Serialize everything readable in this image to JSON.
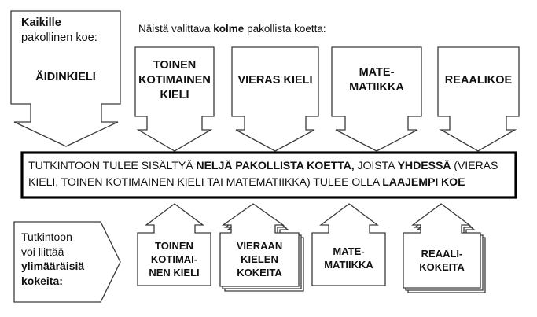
{
  "mandatory": {
    "title": "Kaikille",
    "subtitle": "pakollinen koe:",
    "exam": "ÄIDINKIELI"
  },
  "choice": {
    "text_before": "Näistä valittava ",
    "text_bold": "kolme",
    "text_after": " pakollista koetta:",
    "exams": [
      {
        "line1": "TOINEN",
        "line2": "KOTIMAINEN",
        "line3": "KIELI"
      },
      {
        "line1": "VIERAS KIELI"
      },
      {
        "line1": "MATE-",
        "line2": "MATIIKKA"
      },
      {
        "line1": "REAALIKOE"
      }
    ]
  },
  "main_statement": {
    "parts": [
      {
        "text": "TUTKINTOON TULEE SISÄLTYÄ ",
        "bold": false
      },
      {
        "text": "NELJÄ PAKOLLISTA KOETTA,",
        "bold": true
      },
      {
        "text": " JOISTA ",
        "bold": false
      },
      {
        "text": "YHDESSÄ",
        "bold": true
      },
      {
        "text": " (VIERAS KIELI, TOINEN KOTIMAINEN KIELI TAI MATEMATIIKKA) TULEE OLLA ",
        "bold": false
      },
      {
        "text": "LAAJEMPI KOE",
        "bold": true
      }
    ]
  },
  "optional": {
    "line1": "Tutkintoon",
    "line2": "voi liittää",
    "line3": "ylimääräisiä",
    "line4": "kokeita:",
    "exams": [
      {
        "line1": "TOINEN",
        "line2": "KOTIMAI-",
        "line3": "NEN KIELI"
      },
      {
        "line1": "VIERAAN",
        "line2": "KIELEN",
        "line3": "KOKEITA"
      },
      {
        "line1": "MATE-",
        "line2": "MATIIKKA"
      },
      {
        "line1": "REAALI-",
        "line2": "KOKEITA"
      }
    ]
  }
}
